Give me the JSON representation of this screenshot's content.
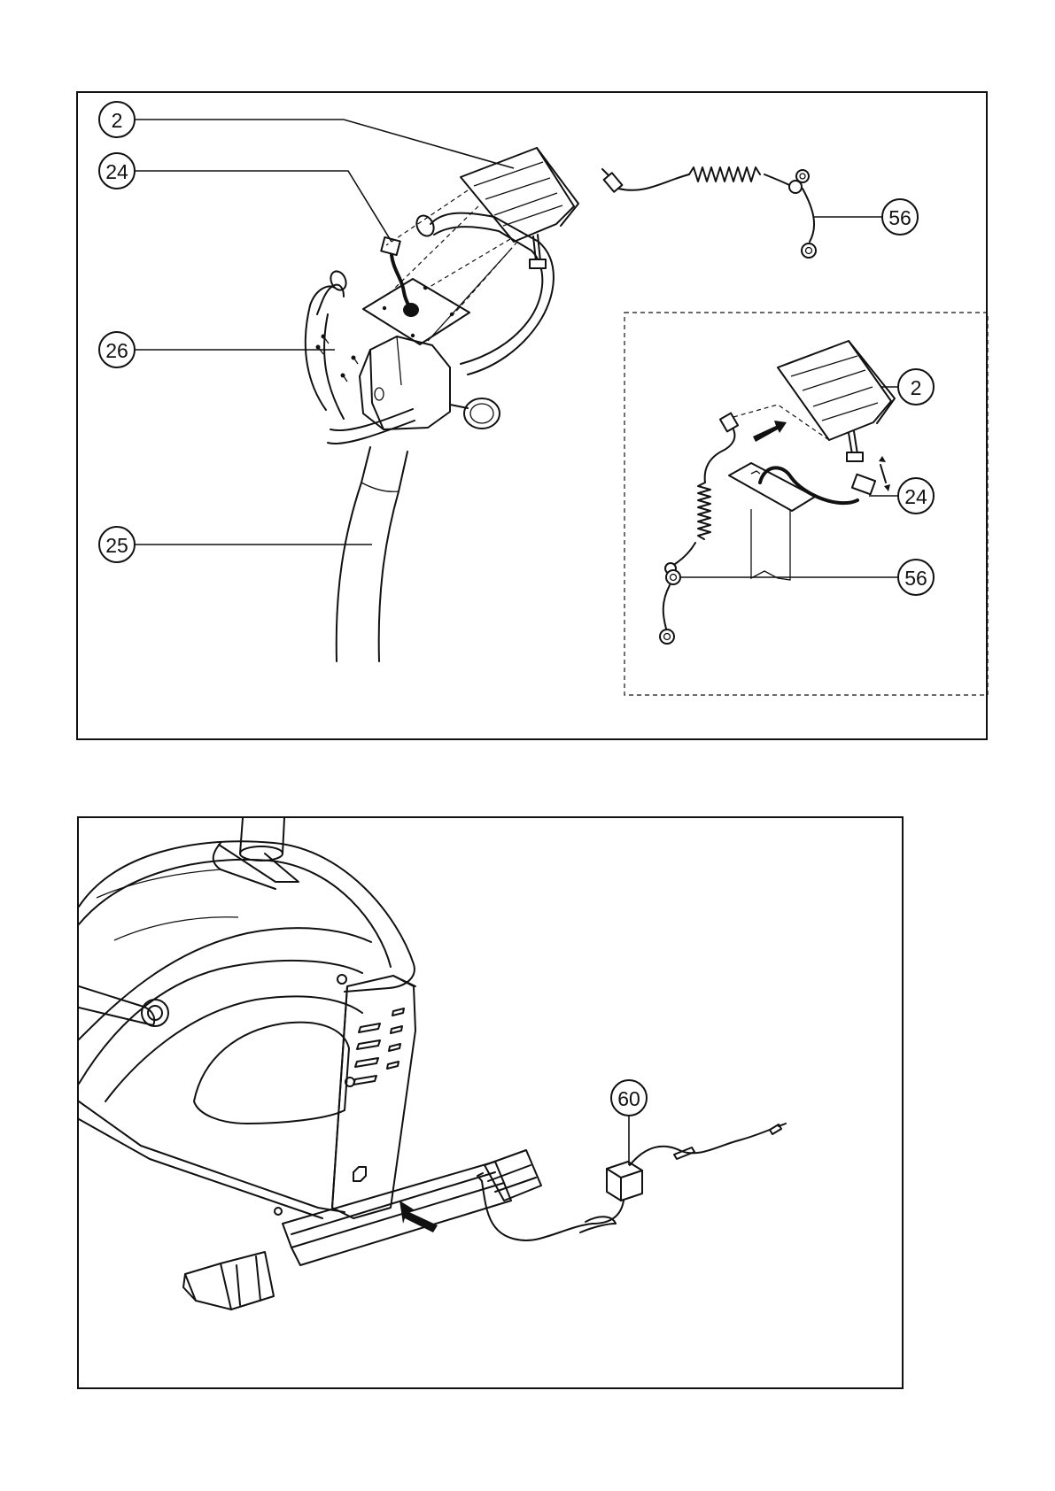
{
  "top_figure": {
    "callouts": [
      {
        "id": "c2",
        "label": "2"
      },
      {
        "id": "c24",
        "label": "24"
      },
      {
        "id": "c26",
        "label": "26"
      },
      {
        "id": "c25",
        "label": "25"
      },
      {
        "id": "c56",
        "label": "56"
      }
    ],
    "inset_callouts": [
      {
        "id": "i2",
        "label": "2"
      },
      {
        "id": "i24",
        "label": "24"
      },
      {
        "id": "i56",
        "label": "56"
      }
    ]
  },
  "bottom_figure": {
    "callouts": [
      {
        "id": "c60",
        "label": "60"
      }
    ]
  },
  "colors": {
    "ink": "#111111",
    "paper": "#ffffff"
  }
}
